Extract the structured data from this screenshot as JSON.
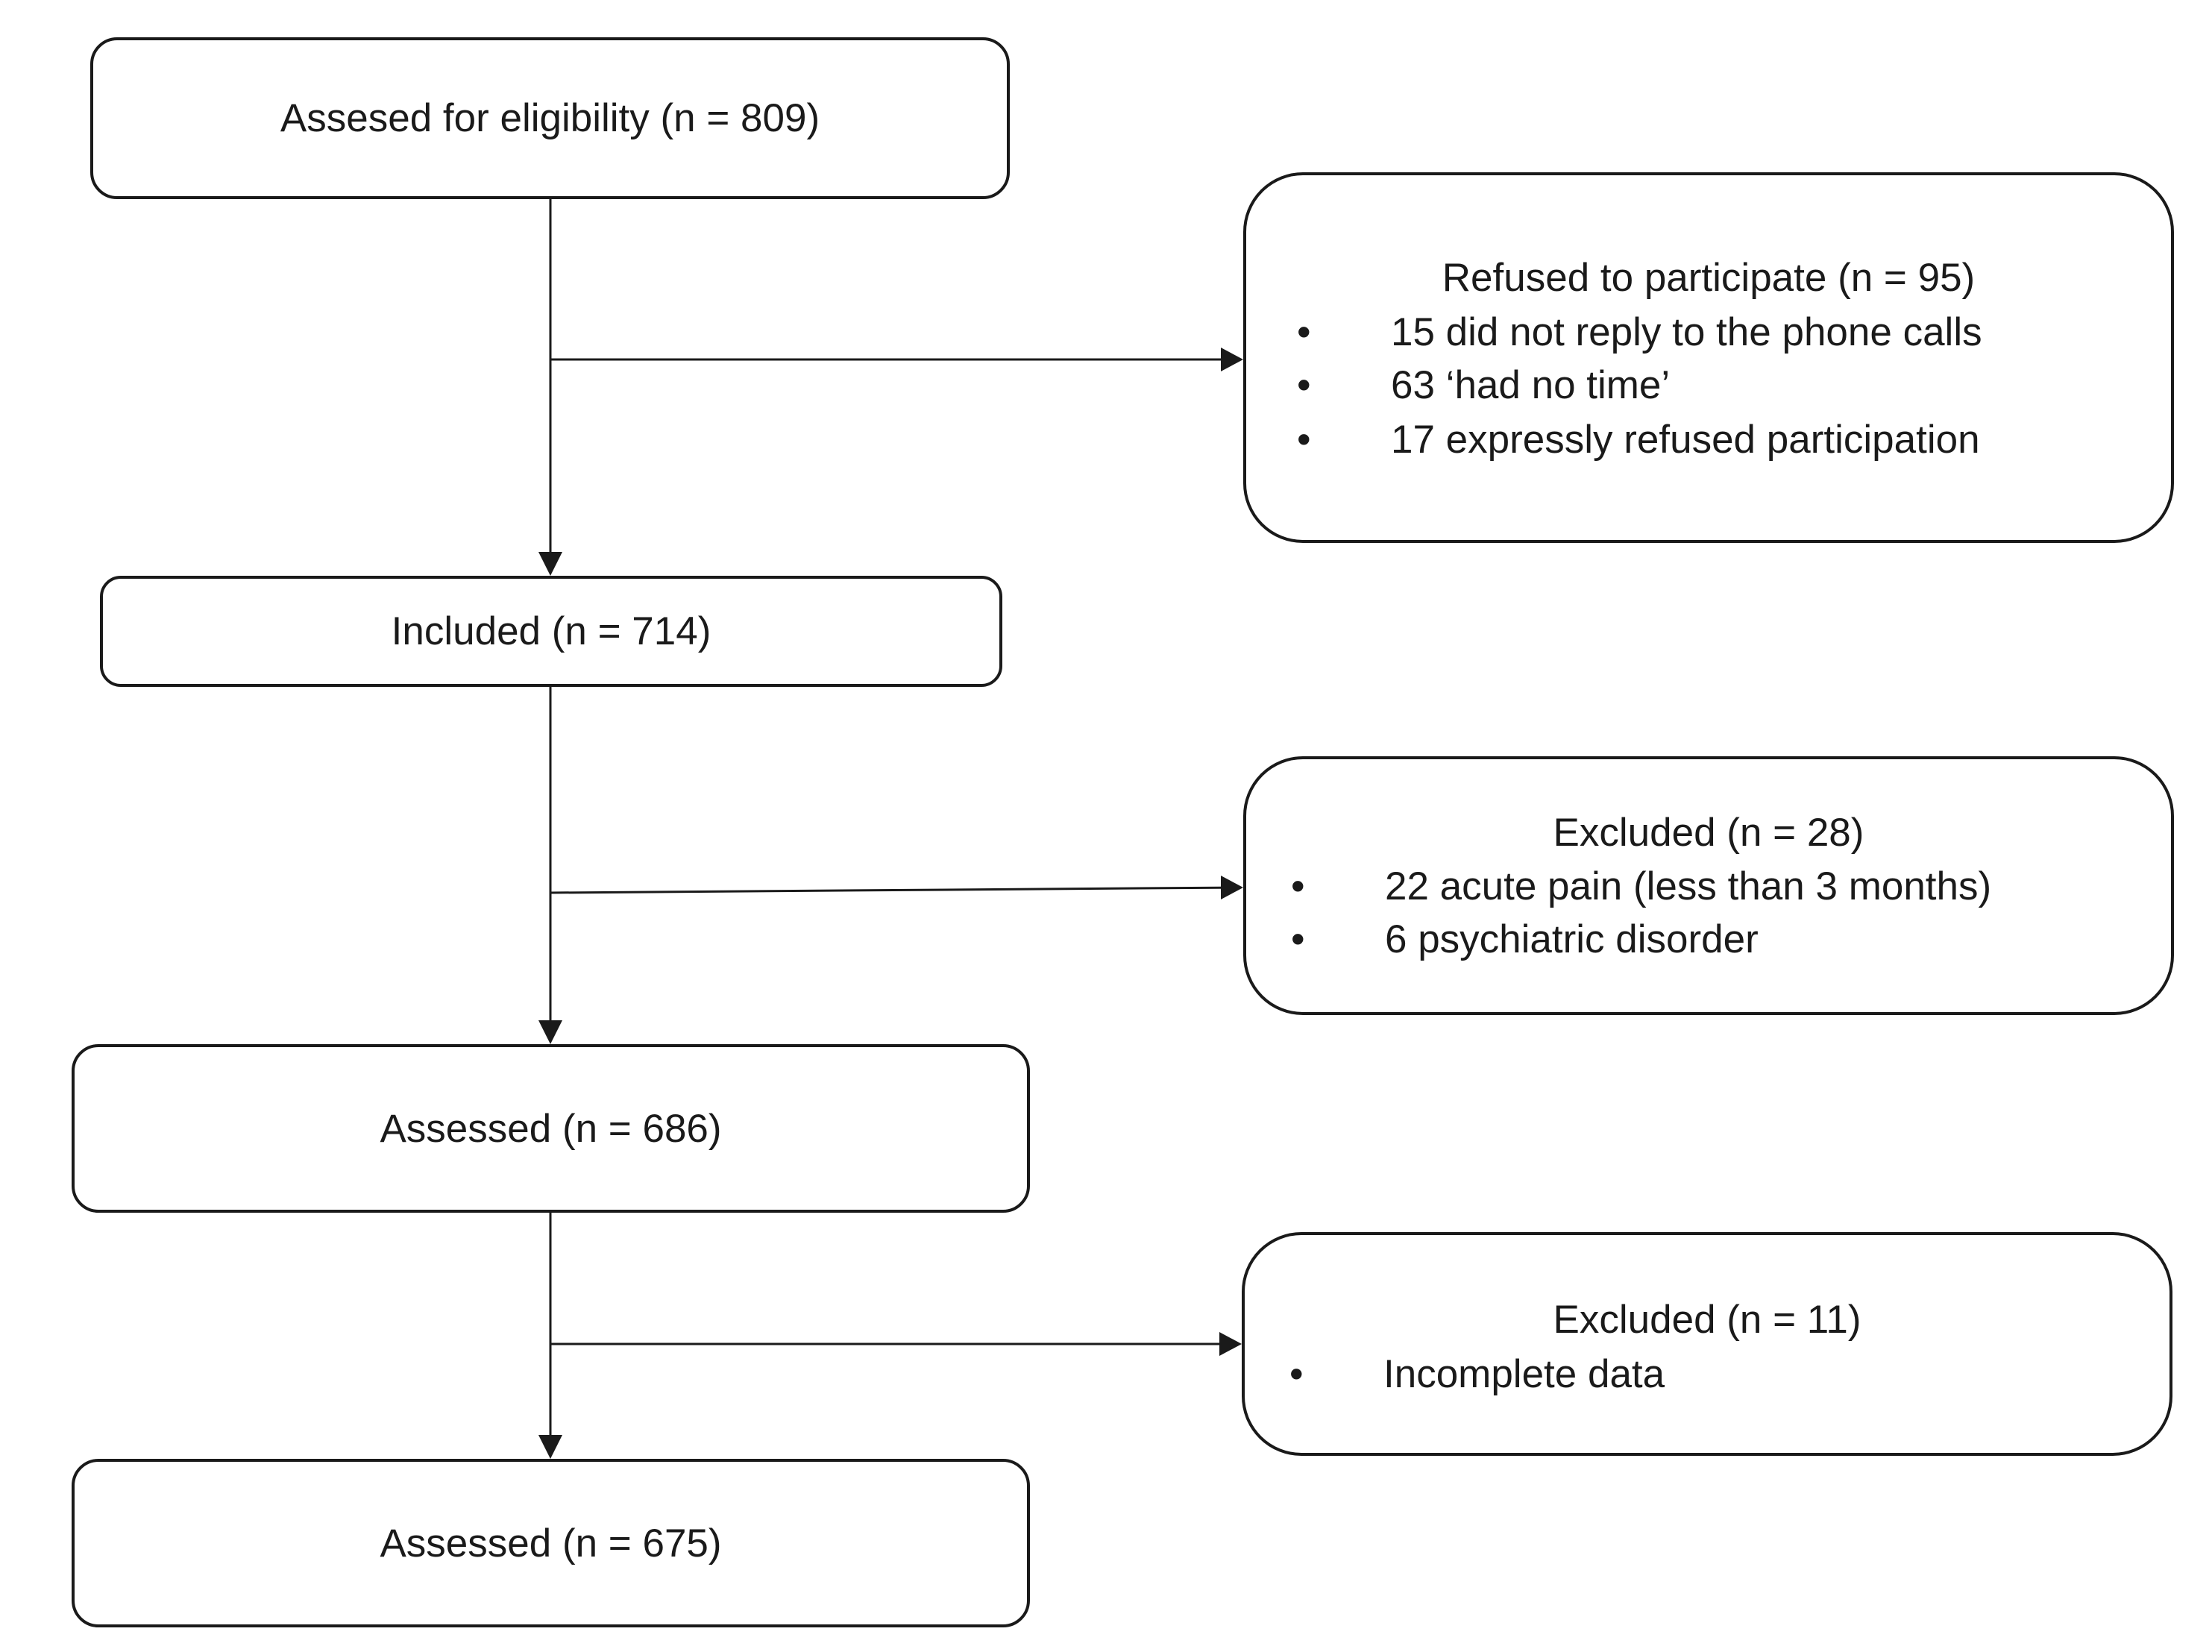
{
  "boxes": {
    "eligibility": {
      "label": "Assesed for eligibility (n = 809)"
    },
    "included": {
      "label": "Included (n = 714)"
    },
    "assessed_first": {
      "label": "Assessed (n = 686)"
    },
    "assessed_final": {
      "label": "Assessed (n = 675)"
    }
  },
  "side_boxes": {
    "refused": {
      "title": "Refused to participate (n = 95)",
      "bullets": [
        "15 did not reply to the phone calls",
        "63 ‘had no time’",
        "17 expressly refused participation"
      ]
    },
    "excluded_first": {
      "title": "Excluded (n = 28)",
      "bullets": [
        "22 acute pain (less than 3 months)",
        "6 psychiatric disorder"
      ]
    },
    "excluded_second": {
      "title": "Excluded (n = 11)",
      "bullets": [
        "Incomplete data"
      ]
    }
  },
  "bullet_symbol": "•",
  "colors": {
    "line": "#1a1a1a",
    "background": "#ffffff",
    "text": "#1a1a1a"
  }
}
